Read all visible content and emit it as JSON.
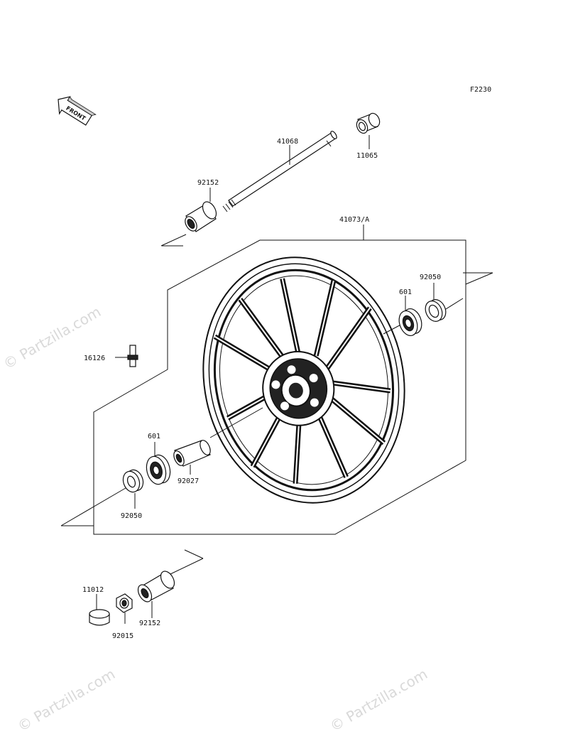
{
  "figure_code": "F2230",
  "front_badge": "FRONT",
  "watermark": "© Partzilla.com",
  "callouts": {
    "p41068": "41068",
    "p11065": "11065",
    "p92152_top": "92152",
    "p41073A": "41073/A",
    "p92050_right": "92050",
    "p601_right": "601",
    "p16126": "16126",
    "p601_left": "601",
    "p92027": "92027",
    "p92050_left": "92050",
    "p11012": "11012",
    "p92015": "92015",
    "p92152_bottom": "92152"
  },
  "parts": [
    {
      "id": "41068",
      "name": "axle"
    },
    {
      "id": "11065",
      "name": "cap"
    },
    {
      "id": "92152",
      "name": "collar"
    },
    {
      "id": "41073/A",
      "name": "front wheel"
    },
    {
      "id": "92050",
      "name": "oil seal"
    },
    {
      "id": "601",
      "name": "ball bearing"
    },
    {
      "id": "16126",
      "name": "air valve"
    },
    {
      "id": "92027",
      "name": "spacer collar"
    },
    {
      "id": "11012",
      "name": "cap"
    },
    {
      "id": "92015",
      "name": "nut"
    }
  ]
}
